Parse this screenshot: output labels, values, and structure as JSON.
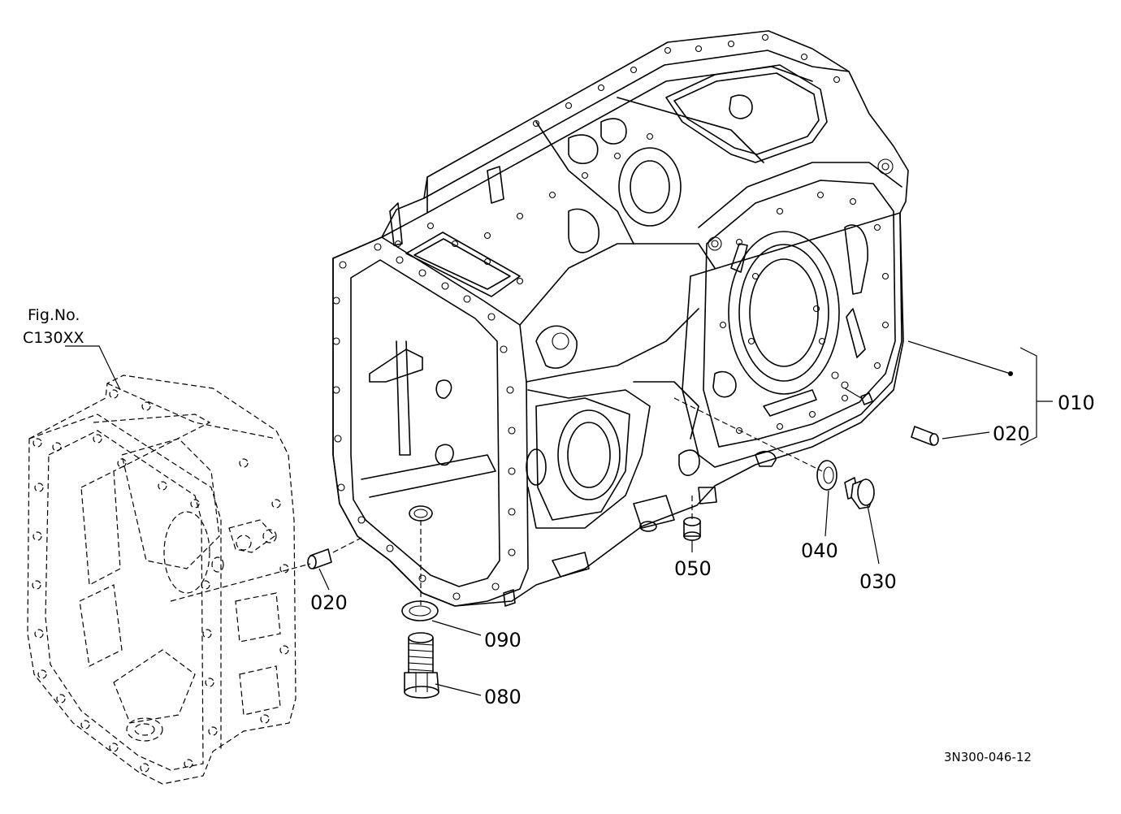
{
  "callouts": {
    "c010": "010",
    "c020_right": "020",
    "c020_left": "020",
    "c030": "030",
    "c040": "040",
    "c050": "050",
    "c080": "080",
    "c090": "090"
  },
  "reference": {
    "fig_label": "Fig.No.",
    "fig_number": "C130XX"
  },
  "drawing_code": "3N300-046-12"
}
